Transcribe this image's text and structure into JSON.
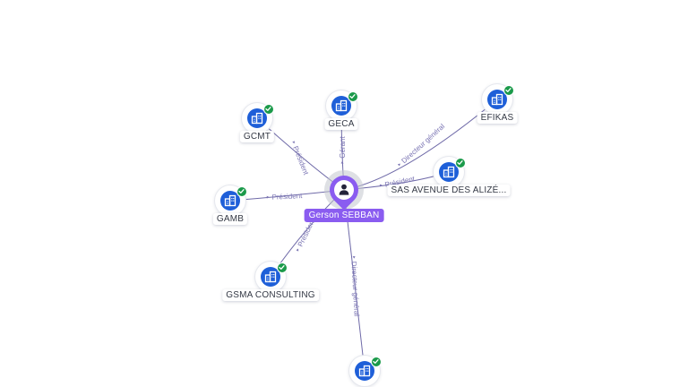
{
  "colors": {
    "accent": "#8a5cf0",
    "company": "#1e5fd8",
    "verified": "#1b9a4a",
    "edge": "#6f6aa8",
    "edge_label": "#7a74b3"
  },
  "person": {
    "name": "Gerson SEBBAN",
    "icon": "person-icon"
  },
  "companies": [
    {
      "id": "gcmt",
      "label": "GCMT",
      "icon": "building-icon",
      "verified": true
    },
    {
      "id": "geca",
      "label": "GECA",
      "icon": "building-icon",
      "verified": true
    },
    {
      "id": "efikas",
      "label": "EFIKAS",
      "icon": "building-icon",
      "verified": true
    },
    {
      "id": "sas-avenue",
      "label": "SAS AVENUE DES ALIZÉ...",
      "icon": "building-icon",
      "verified": true
    },
    {
      "id": "gamb",
      "label": "GAMB",
      "icon": "building-icon",
      "verified": true
    },
    {
      "id": "gsma",
      "label": "GSMA CONSULTING",
      "icon": "building-icon",
      "verified": true
    },
    {
      "id": "bottom",
      "label": "",
      "icon": "building-icon",
      "verified": true
    }
  ],
  "relations": [
    {
      "target": "gcmt",
      "role": "Président"
    },
    {
      "target": "geca",
      "role": "Gérant"
    },
    {
      "target": "efikas",
      "role": "Directeur général"
    },
    {
      "target": "sas-avenue",
      "role": "Président"
    },
    {
      "target": "gamb",
      "role": "Président"
    },
    {
      "target": "gsma",
      "role": "Président"
    },
    {
      "target": "bottom",
      "role": "Directeur général"
    }
  ]
}
